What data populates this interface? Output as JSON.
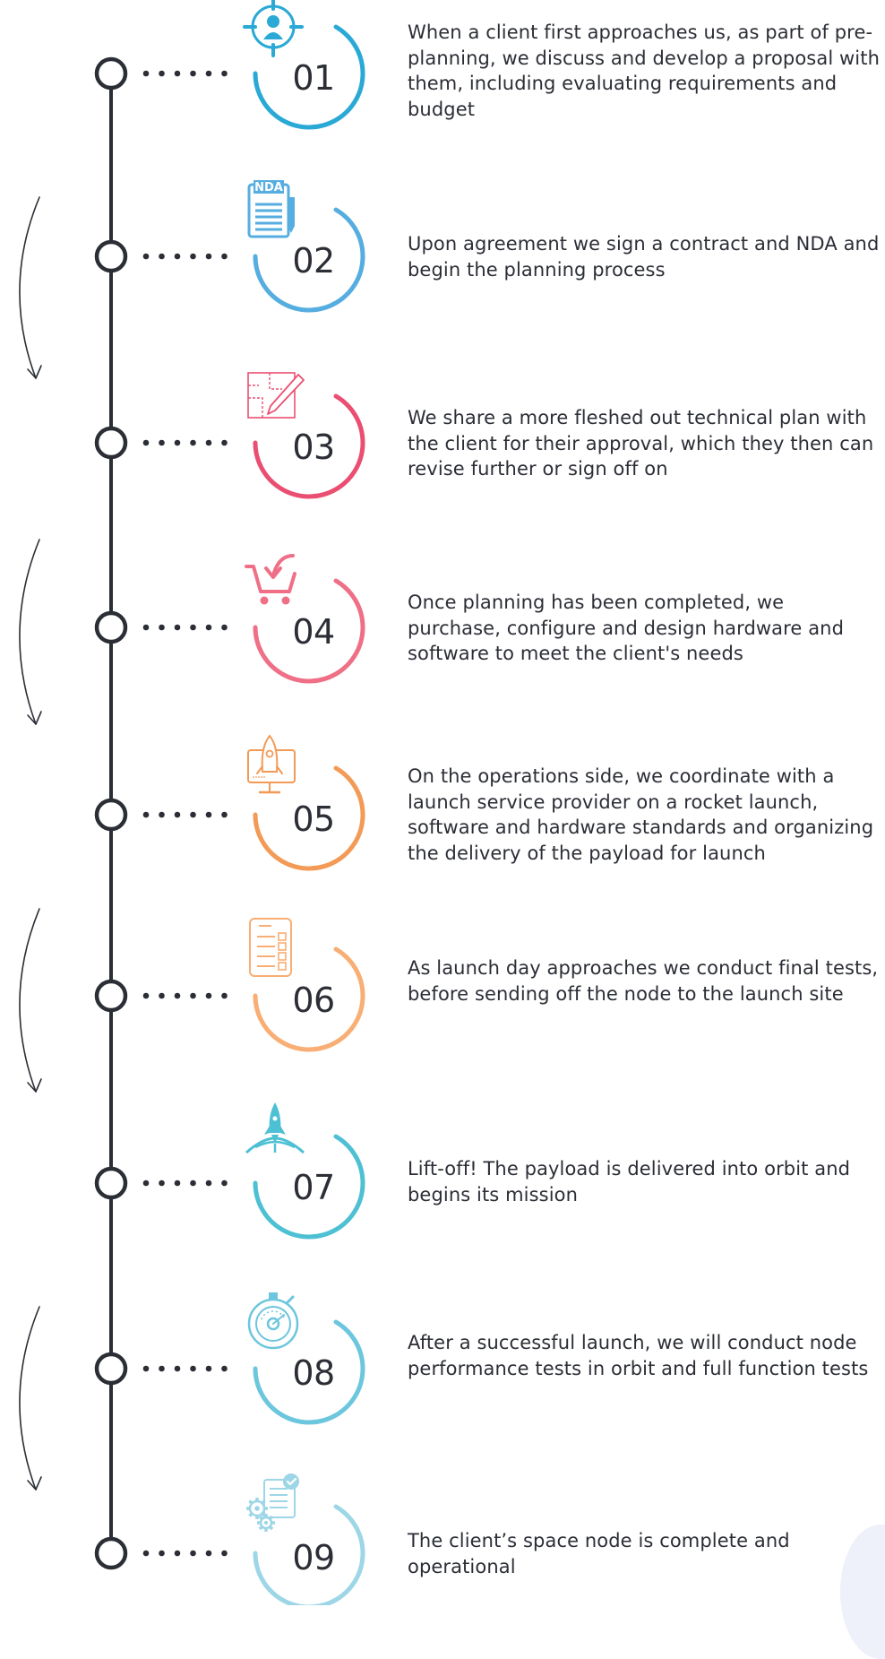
{
  "steps": [
    {
      "num": "01",
      "text": "When a client first approaches us, as part of pre-planning, we discuss and develop a proposal with them, including evaluating requirements and budget",
      "color": "#2aa9d6",
      "icon": "target-user-icon"
    },
    {
      "num": "02",
      "text": "Upon agreement we sign a contract and NDA and begin the planning process",
      "color": "#56ade0",
      "icon": "nda-document-icon",
      "icon_label": "NDA"
    },
    {
      "num": "03",
      "text": "We share a more fleshed out technical plan with the client for their approval, which they then can revise further or sign off on",
      "color": "#ea4f72",
      "icon": "blueprint-pencil-icon"
    },
    {
      "num": "04",
      "text": "Once planning has been completed, we purchase, configure and design hardware and software to meet the client's needs",
      "color": "#ef6f86",
      "icon": "shopping-cart-icon"
    },
    {
      "num": "05",
      "text": "On the operations side, we coordinate with a launch service provider on a rocket launch, software and hardware standards and organizing the delivery of the payload for launch",
      "color": "#f39a56",
      "icon": "rocket-monitor-icon"
    },
    {
      "num": "06",
      "text": "As launch day approaches we conduct final tests, before sending off the node to the launch site",
      "color": "#f8ae74",
      "icon": "checklist-icon"
    },
    {
      "num": "07",
      "text": "Lift-off! The payload is delivered into orbit and begins its mission",
      "color": "#4ec0d4",
      "icon": "rocket-launch-icon"
    },
    {
      "num": "08",
      "text": "After a successful launch, we will conduct node performance tests in orbit and full function tests",
      "color": "#6cc6dd",
      "icon": "stopwatch-icon"
    },
    {
      "num": "09",
      "text": "The client’s space node is complete and operational",
      "color": "#9dd6e6",
      "icon": "gears-document-check-icon"
    }
  ],
  "line_color": "#2b2e35"
}
